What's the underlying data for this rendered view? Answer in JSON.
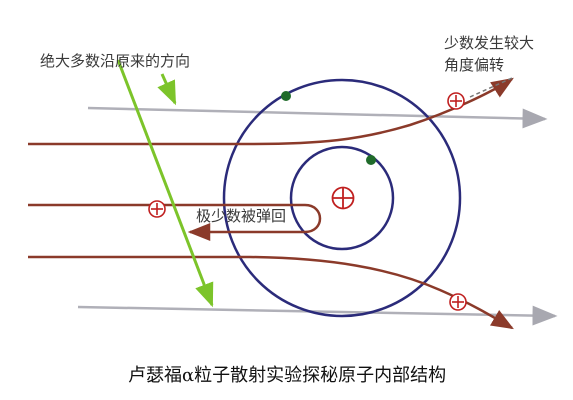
{
  "labels": {
    "most_straight": "绝大多数沿原来的方向",
    "few_deflect_line1": "少数发生较大",
    "few_deflect_line2": "角度偏转",
    "very_few_bounce": "极少数被弹回",
    "caption": "卢瑟福α粒子散射实验探秘原子内部结构",
    "nucleus_symbol": "⊕",
    "alpha_symbol": "⊕"
  },
  "colors": {
    "alpha_path": "#8b3a2a",
    "orbit": "#2b2b7a",
    "straight_path": "#b0b0b8",
    "pointer_green": "#7cc42a",
    "electron": "#1f6b2a",
    "nucleus": "#c02020"
  }
}
